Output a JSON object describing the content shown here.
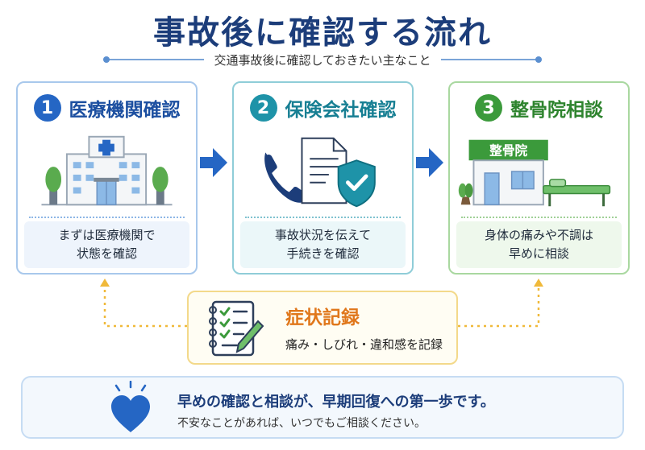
{
  "title": "事故後に確認する流れ",
  "subtitle": "交通事故後に確認しておきたい主なこと",
  "steps": [
    {
      "number": "1",
      "title": "医療機関確認",
      "line1": "まずは医療機関で",
      "line2": "状態を確認"
    },
    {
      "number": "2",
      "title": "保険会社確認",
      "line1": "事故状況を伝えて",
      "line2": "手続きを確認"
    },
    {
      "number": "3",
      "title": "整骨院相談",
      "line1": "身体の痛みや不調は",
      "line2": "早めに相談",
      "sign": "整骨院"
    }
  ],
  "record": {
    "title": "症状記録",
    "desc": "痛み・しびれ・違和感を記録"
  },
  "footer": {
    "main": "早めの確認と相談が、早期回復への第一歩です。",
    "sub": "不安なことがあれば、いつでもご相談ください。"
  },
  "colors": {
    "blue": "#2566c4",
    "teal": "#1e93a8",
    "green": "#3b9a3b",
    "orange": "#e0771b",
    "navy": "#1c3d7a"
  }
}
